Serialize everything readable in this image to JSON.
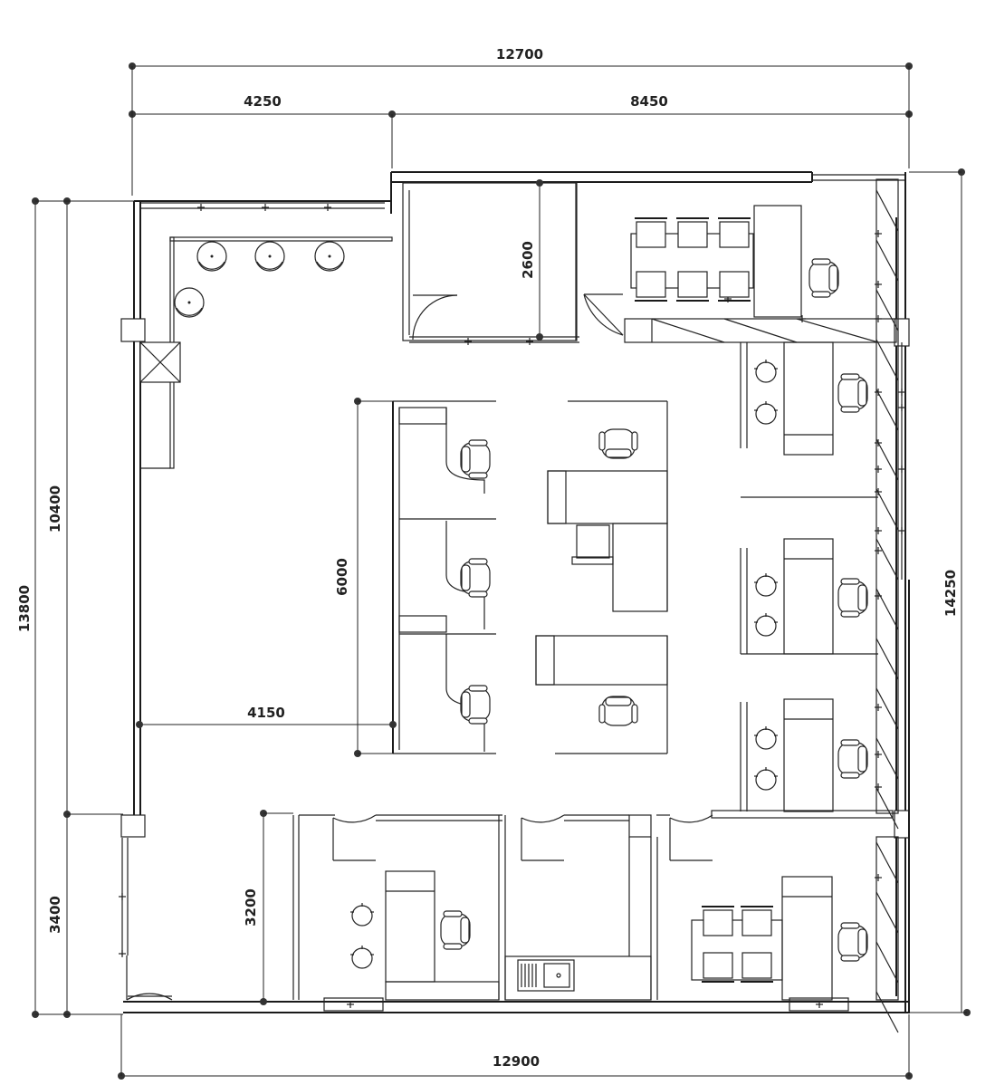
{
  "dimensions": {
    "top_overall": "12700",
    "top_left": "4250",
    "top_right": "8450",
    "bottom_overall": "12900",
    "left_overall": "13800",
    "left_upper": "10400",
    "left_lower": "3400",
    "right_overall": "14250",
    "cubicle_height": "6000",
    "room_height": "2600",
    "corridor_width": "4150",
    "bottom_room_height": "3200"
  }
}
